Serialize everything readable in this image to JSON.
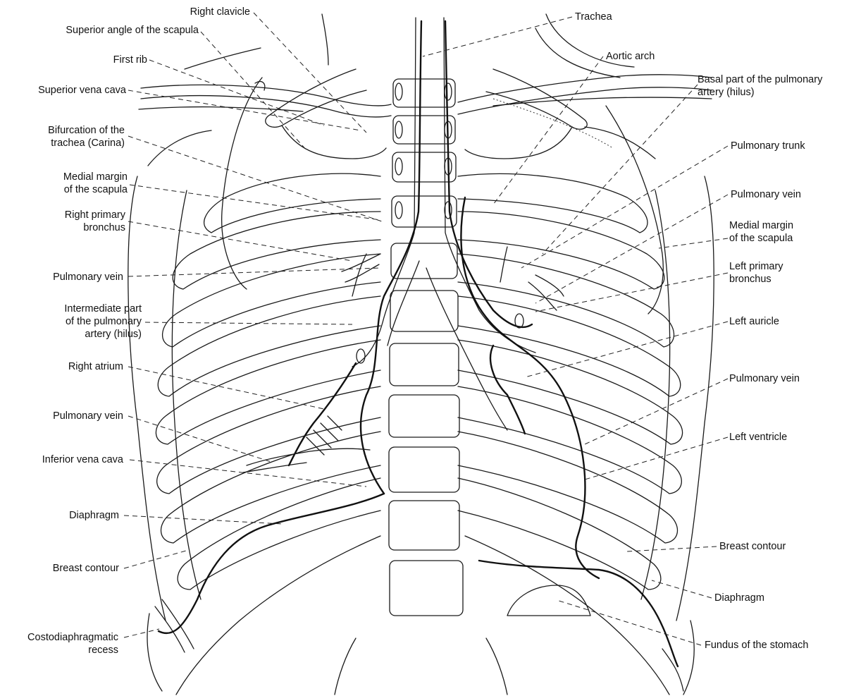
{
  "figure": {
    "labels_left": {
      "right_clavicle": "Right clavicle",
      "superior_angle_scapula": "Superior angle of the scapula",
      "first_rib": "First rib",
      "superior_vena_cava": "Superior vena cava",
      "carina_line1": "Bifurcation of the",
      "carina_line2": "trachea (Carina)",
      "medial_margin_l1": "Medial margin",
      "medial_margin_l2": "of the scapula",
      "right_bronchus_l1": "Right primary",
      "right_bronchus_l2": "bronchus",
      "pulmonary_vein_1": "Pulmonary vein",
      "intermediate_l1": "Intermediate part",
      "intermediate_l2": "of the pulmonary",
      "intermediate_l3": "artery (hilus)",
      "right_atrium": "Right atrium",
      "pulmonary_vein_2": "Pulmonary vein",
      "inferior_vena_cava": "Inferior vena cava",
      "diaphragm": "Diaphragm",
      "breast_contour": "Breast contour",
      "costo_l1": "Costodiaphragmatic",
      "costo_l2": "recess"
    },
    "labels_right": {
      "trachea": "Trachea",
      "aortic_arch": "Aortic arch",
      "basal_l1": "Basal part of the pulmonary",
      "basal_l2": "artery (hilus)",
      "pulmonary_trunk": "Pulmonary trunk",
      "pulmonary_vein_1": "Pulmonary vein",
      "medial_margin_l1": "Medial margin",
      "medial_margin_l2": "of the scapula",
      "left_bronchus_l1": "Left primary",
      "left_bronchus_l2": "bronchus",
      "left_auricle": "Left auricle",
      "pulmonary_vein_2": "Pulmonary vein",
      "left_ventricle": "Left ventricle",
      "breast_contour": "Breast contour",
      "diaphragm": "Diaphragm",
      "fundus_stomach": "Fundus of the stomach"
    }
  }
}
